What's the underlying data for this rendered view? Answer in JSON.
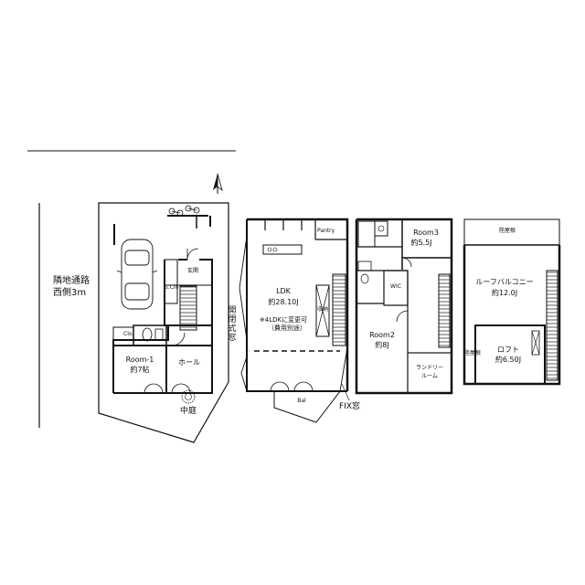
{
  "road": {
    "line1": "隣地通路",
    "line2": "西側3m"
  },
  "north_icon": "north-arrow-icon",
  "floor1": {
    "entrance": "玄関",
    "clo_small": "S.Clo",
    "clo": "Clo.",
    "room1_name": "Room-1",
    "room1_size": "約7帖",
    "hall": "ホール",
    "courtyard": "中庭"
  },
  "floor2": {
    "pantry": "Pantry",
    "ldk_name": "LDK",
    "ldk_size": "約28.10J",
    "note1": "※4LDKに変更可",
    "note2": "（費用別途）",
    "window_label": "開閉式窓",
    "fix_window": "FIX窓",
    "balcony": "Bal",
    "storage": "収納"
  },
  "floor3": {
    "room3_name": "Room3",
    "room3_size": "約5.5J",
    "wic": "WIC",
    "room2_name": "Room2",
    "room2_size": "約8J",
    "laundry1": "ランドリー",
    "laundry2": "ルーム"
  },
  "floor4": {
    "roof": "陸屋根",
    "balcony_name": "ルーフバルコニー",
    "balcony_size": "約12.0J",
    "loft_name": "ロフト",
    "loft_size": "約6.50J",
    "side_label": "陸屋根"
  }
}
